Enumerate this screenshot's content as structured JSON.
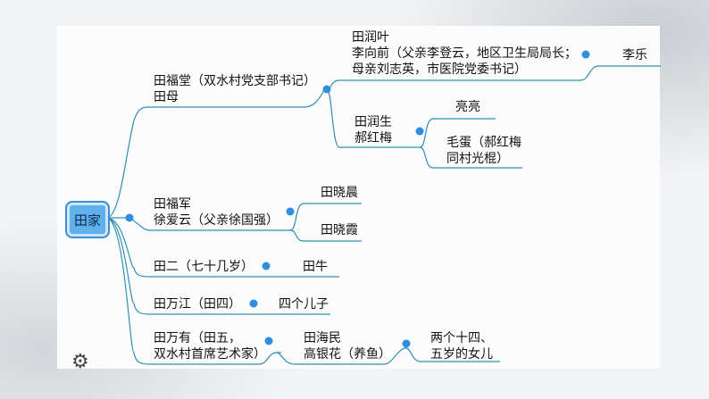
{
  "root": {
    "label": "田家"
  },
  "branches": [
    {
      "lines": [
        "田福堂（双水村党支部书记）",
        "田母"
      ],
      "children": [
        {
          "lines": [
            "田润叶",
            "李向前（父亲李登云，地区卫生局局长；",
            "母亲刘志英，市医院党委书记）"
          ],
          "children": [
            {
              "lines": [
                "李乐"
              ]
            }
          ]
        },
        {
          "lines": [
            "田润生",
            "郝红梅"
          ],
          "children": [
            {
              "lines": [
                "亮亮"
              ]
            },
            {
              "lines": [
                "毛蛋（郝红梅",
                "同村光棍）"
              ]
            }
          ]
        }
      ]
    },
    {
      "lines": [
        "田福军",
        "徐爱云（父亲徐国强）"
      ],
      "children": [
        {
          "lines": [
            "田晓晨"
          ]
        },
        {
          "lines": [
            "田晓霞"
          ]
        }
      ]
    },
    {
      "lines": [
        "田二（七十几岁）"
      ],
      "children": [
        {
          "lines": [
            "田牛"
          ]
        }
      ]
    },
    {
      "lines": [
        "田万江（田四）"
      ],
      "children": [
        {
          "lines": [
            "四个儿子"
          ]
        }
      ]
    },
    {
      "lines": [
        "田万有（田五，",
        "双水村首席艺术家）"
      ],
      "children": [
        {
          "lines": [
            "田海民",
            "高银花（养鱼）"
          ],
          "children": [
            {
              "lines": [
                "两个十四、",
                "五岁的女儿"
              ]
            }
          ]
        }
      ]
    }
  ],
  "colors": {
    "line": "#2f8fb2",
    "node": "#2e8fe0",
    "root_fill": "#5fb0ec"
  }
}
